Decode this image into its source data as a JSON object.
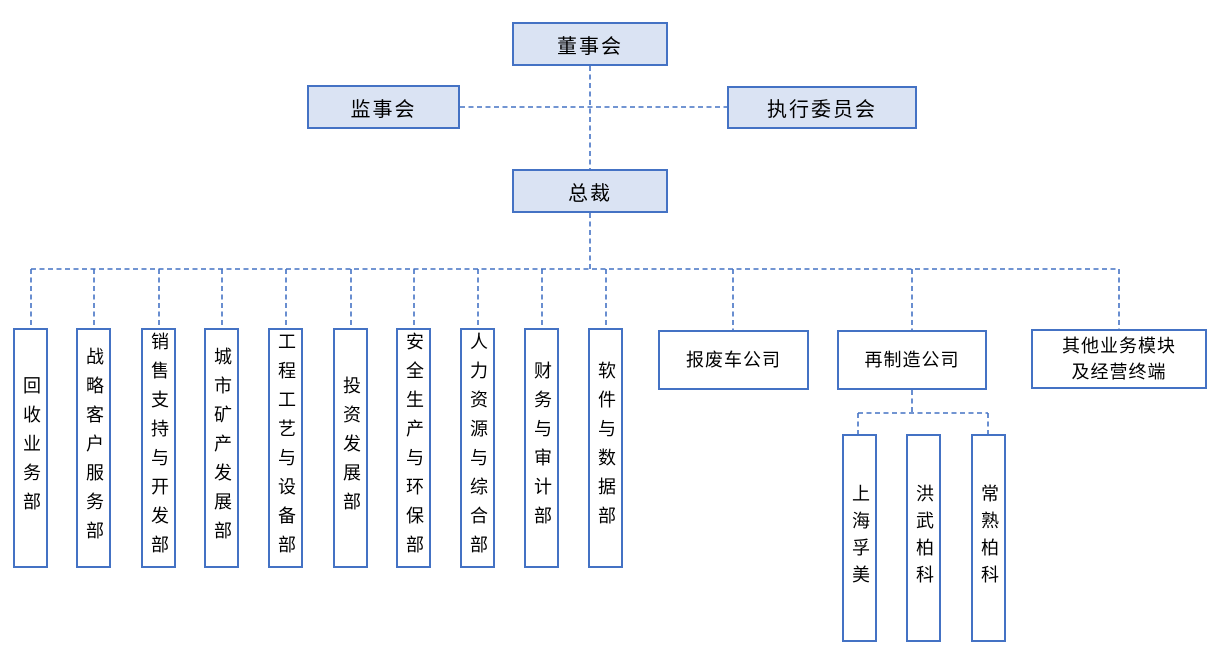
{
  "diagram": {
    "type": "org-chart",
    "top": {
      "board": "董事会",
      "supervisory": "监事会",
      "executive_committee": "执行委员会",
      "president": "总裁"
    },
    "departments": [
      "回收业务部",
      "战略客户服务部",
      "销售支持与开发部",
      "城市矿产发展部",
      "工程工艺与设备部",
      "投资发展部",
      "安全生产与环保部",
      "人力资源与综合部",
      "财务与审计部",
      "软件与数据部"
    ],
    "business_units": [
      "报废车公司",
      "再制造公司",
      "其他业务模块\n及经营终端"
    ],
    "remanufacturing_subsidiaries": [
      "上海孚美",
      "洪武柏科",
      "常熟柏科"
    ]
  },
  "colors": {
    "accent": "#4472C4",
    "highlight_fill": "#DAE3F3",
    "plain_fill": "#FFFFFF",
    "connector": "#4472C4",
    "text": "#000000"
  }
}
